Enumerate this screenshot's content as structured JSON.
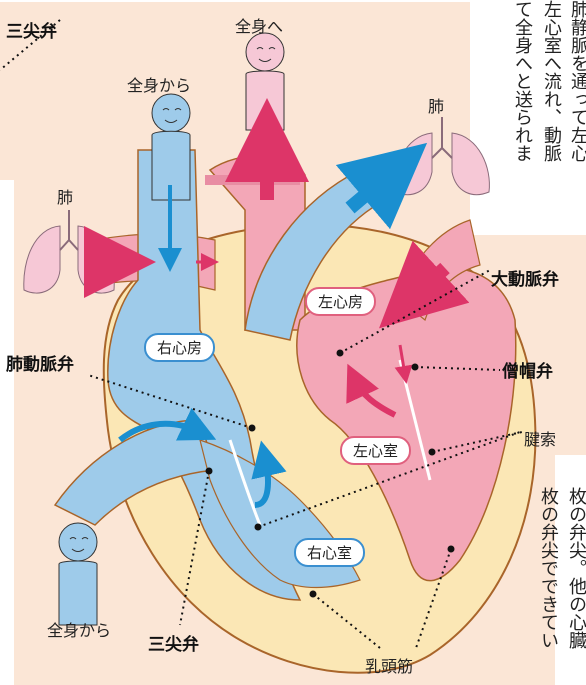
{
  "labels": {
    "sansenben_top": "三尖弁",
    "zenshin_e": "全身へ",
    "zenshin_kara_top": "全身から",
    "hai_right": "肺",
    "hai_left": "肺",
    "daidomyakuben": "大動脈弁",
    "haidomyakuben": "肺動脈弁",
    "sobouben": "僧帽弁",
    "kensaku": "腱索",
    "zenshin_kara_bottom": "全身から",
    "sansenben_bottom": "三尖弁",
    "nyutoukin": "乳頭筋"
  },
  "chambers": {
    "left_atrium": "左心房",
    "right_atrium": "右心房",
    "left_ventricle": "左心室",
    "right_ventricle": "右心室"
  },
  "text_columns": {
    "col1": "肺静脈を通って左心",
    "col2": "左心室へ流れ、動脈",
    "col3": "て全身へと送られま",
    "col4": "枚の弁尖。他の心臓",
    "col5": "枚の弁尖でできてい"
  },
  "colors": {
    "background": "#fbe6d6",
    "heart_wall": "#fbe7b5",
    "venous_blue": "#9ecbea",
    "arterial_pink": "#f3a7b7",
    "arrow_pink": "#dd3568",
    "arrow_blue": "#1a8fd0"
  }
}
